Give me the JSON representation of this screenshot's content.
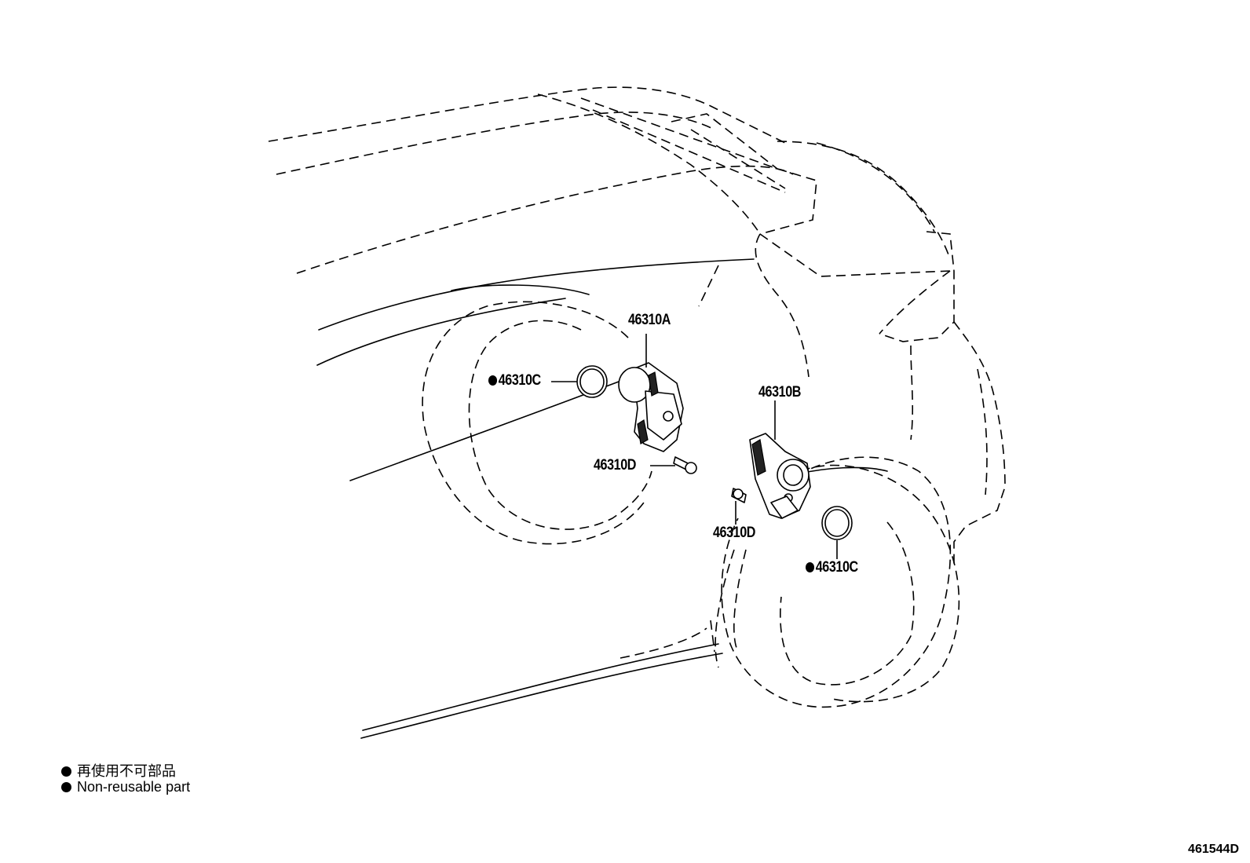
{
  "callouts": {
    "part_a": "46310A",
    "part_b": "46310B",
    "part_c_left": "46310C",
    "part_c_right": "46310C",
    "part_d_left": "46310D",
    "part_d_right": "46310D"
  },
  "legend": {
    "line_jp": "再使用不可部品",
    "line_en": "Non-reusable part"
  },
  "drawing_number": "461544D",
  "icons": {
    "non_reusable_marker": "black-filled-circle"
  }
}
